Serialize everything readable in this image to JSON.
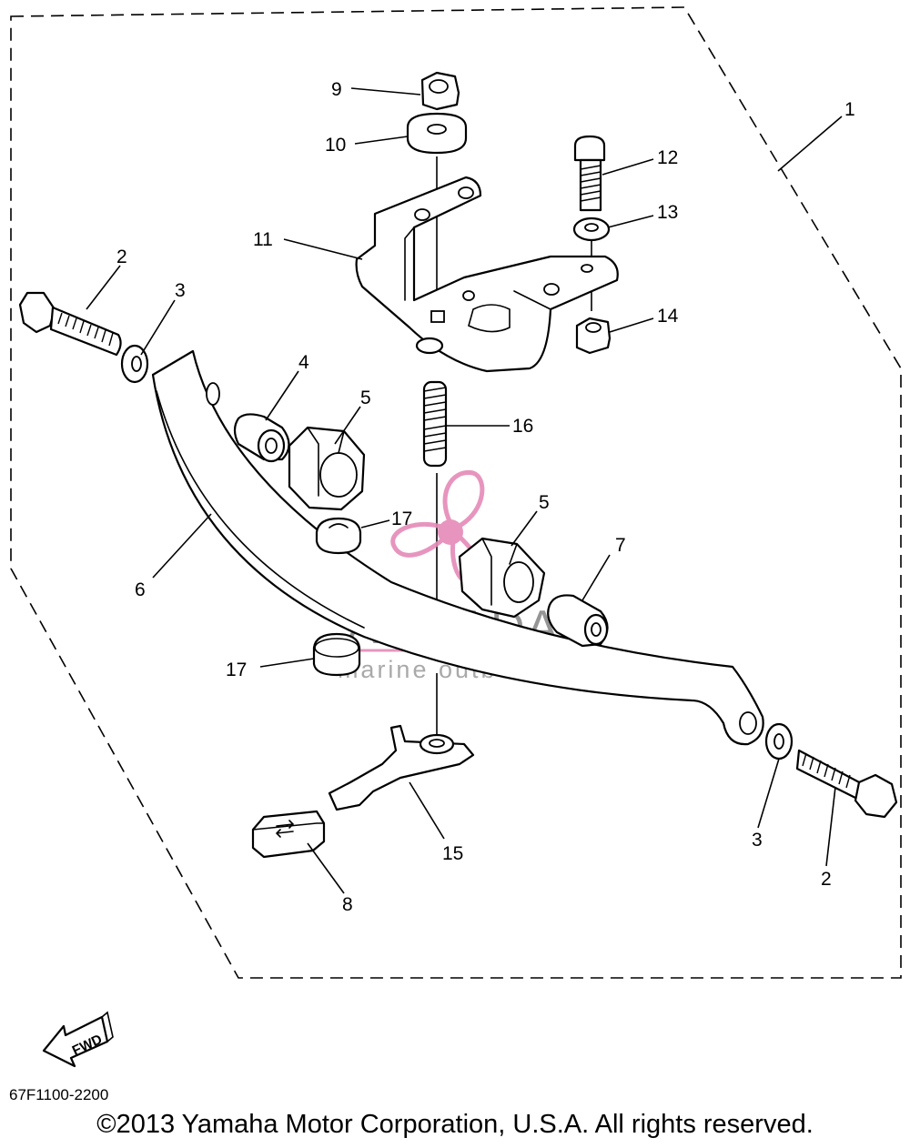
{
  "diagram": {
    "callouts": {
      "c1": "1",
      "c2a": "2",
      "c2b": "2",
      "c3a": "3",
      "c3b": "3",
      "c4": "4",
      "c5a": "5",
      "c5b": "5",
      "c6": "6",
      "c7": "7",
      "c8": "8",
      "c9": "9",
      "c10": "10",
      "c11": "11",
      "c12": "12",
      "c13": "13",
      "c14": "14",
      "c15": "15",
      "c16": "16",
      "c17a": "17",
      "c17b": "17"
    },
    "fwd_label": "FWD",
    "watermark": {
      "brand": "ARMADA",
      "tagline": "marine outboards",
      "accent_color": "#e58ab8"
    }
  },
  "footer": {
    "part_code": "67F1100-2200",
    "copyright": "©2013 Yamaha Motor Corporation, U.S.A. All rights reserved."
  }
}
